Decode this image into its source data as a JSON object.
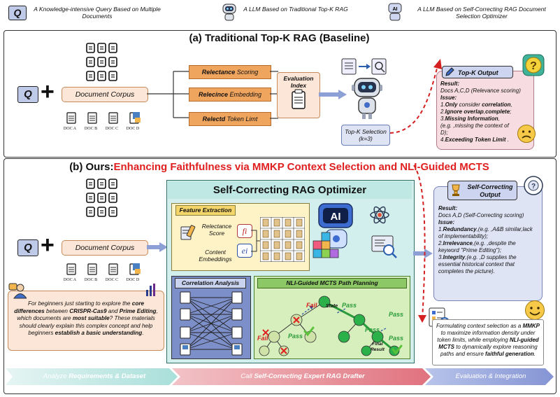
{
  "legend": {
    "query_symbol": "Q",
    "query_text": "A Knowledge-intensive Query Based on Multiple Documents",
    "llm_text": "A LLM Based on Traditional Top-K RAG",
    "optimizer_text": "A LLM Based on Self-Correcting RAG Document Selection Optimizer"
  },
  "panel_a": {
    "title": "(a) Traditional Top-K RAG (Baseline)",
    "query": "Q",
    "corpus": "Document Corpus",
    "doc_labels": [
      "DOC A",
      "DOC B",
      "DOC C",
      "DOC D"
    ],
    "steps": [
      {
        "bold": "Relectance",
        "rest": " Scoring"
      },
      {
        "bold": "Relecince",
        "rest": " Embedding"
      },
      {
        "bold": "Relectd",
        "rest": " Token Limt"
      }
    ],
    "eval_index": "Evaluation Index",
    "topk_selection": "Top-K Selection (k=3)",
    "output_title": "Top-K Output",
    "result_label": "Result:",
    "result_text": "Docs A,C,D (Relevance scoring)",
    "issue_label": "Issue:",
    "issues": [
      {
        "num": "1.",
        "bold": "Only",
        "text": " consider ",
        "bold2": "correlation",
        "tail": ","
      },
      {
        "num": "2.",
        "bold": "Ignore overlap",
        "text": ",",
        "bold2": "complete",
        "tail": ";"
      },
      {
        "num": "3.",
        "bold": "Missing Information",
        "text": ",",
        "bold2": "",
        "tail": ""
      },
      {
        "num": "",
        "bold": "",
        "text": "(e.g. ,missing the context of D);",
        "bold2": "",
        "tail": ""
      },
      {
        "num": "4.",
        "bold": "Exceeding Token Limit",
        "text": " .",
        "bold2": "",
        "tail": ""
      }
    ]
  },
  "panel_b": {
    "title_prefix": "(b) Ours:",
    "title_red": "Enhancing Faithfulness via MMKP Context Selection and NLI-Guided MCTS",
    "query": "Q",
    "corpus": "Document Corpus",
    "doc_labels": [
      "DOC A",
      "DOC B",
      "DOC C",
      "DOC D"
    ],
    "optimizer_title": "Self-Correcting RAG Optimizer",
    "feature_title": "Feature Extraction",
    "relectance_score": "Relectance Score",
    "content_embeddings": "Content Embeddings",
    "fi": "fi",
    "ei": "ei",
    "ai_label": "AI",
    "correlation_title": "Correlation Analysis",
    "mcts_title": "NLI-Guided MCTS Path Planning",
    "fail": "Fail",
    "pass": "Pass",
    "state": "State",
    "final_result": "Final Result",
    "query_text_1": "For beginners just starting to explore the ",
    "query_bold_1": "core differences",
    "query_text_2": " between ",
    "query_bold_2": "CRISPR-Cas9",
    "query_text_3": " and ",
    "query_bold_3": "Prime Editing",
    "query_text_4": ", which documents are ",
    "query_bold_4": "most suitable",
    "query_text_5": "? These materials should clearly explain this complex concept and help beginners ",
    "query_bold_5": "establish a basic understanding",
    "query_text_6": ".",
    "output_title": "Self-Correcting Output",
    "result_label": "Result:",
    "result_text": "Docs A,D (Self-Correcting scoring)",
    "issue_label": "Issue:",
    "issue1_bold": "Redundancy",
    "issue1_text": ",(e.g. ,A&B similar,lack of implementability);",
    "issue2_bold": "Irrelevance",
    "issue2_text": ",(e.g. ,despite the keyword \"Prime Editing\");",
    "issue3_bold": "Integrity",
    "issue3_text": ",(e.g. ,D supplies the essential historical context that completes the picture).",
    "summary_1": "Formulating context selection as a ",
    "summary_b1": "MMKP",
    "summary_2": " to maximize information density under token limits, while employing ",
    "summary_b2": "NLI-guided MCTS",
    "summary_3": " to dynamically explore reasoning paths and ensure ",
    "summary_b3": "faithful generation",
    "summary_4": "."
  },
  "stages": {
    "s1_a": "Analyze ",
    "s1_b": "Requirements & Dataset",
    "s2_a": "Call ",
    "s2_b": "Self-Correcting Expert RAG Drafter",
    "s3_a": "Evaluation & Integration"
  },
  "colors": {
    "query_fill": "#bfc9e8",
    "orange": "#f0a55f",
    "red_title": "#e02020",
    "teal": "#bfe8e4",
    "mcts_green": "#c8e6a8",
    "pink": "#f7dde2",
    "lavender": "#dfe4f5"
  }
}
